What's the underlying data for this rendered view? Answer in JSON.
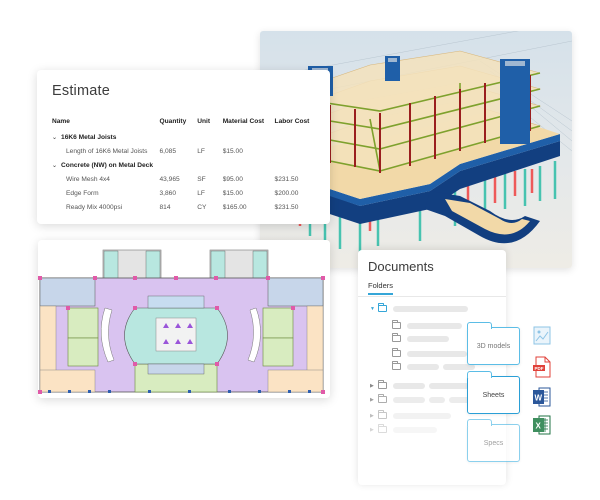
{
  "estimate": {
    "title": "Estimate",
    "columns": [
      "Name",
      "Quantity",
      "Unit",
      "Material Cost",
      "Labor Cost"
    ],
    "groups": [
      {
        "name": "16K6 Metal Joists",
        "expanded": true,
        "items": [
          {
            "name": "Length of 16K6 Metal Joists",
            "quantity": "6,085",
            "unit": "LF",
            "material_cost": "$15.00",
            "labor_cost": ""
          }
        ]
      },
      {
        "name": "Concrete (NW) on Metal Deck",
        "expanded": true,
        "items": [
          {
            "name": "Wire Mesh 4x4",
            "quantity": "43,965",
            "unit": "SF",
            "material_cost": "$95.00",
            "labor_cost": "$231.50"
          },
          {
            "name": "Edge Form",
            "quantity": "3,860",
            "unit": "LF",
            "material_cost": "$15.00",
            "labor_cost": "$200.00"
          },
          {
            "name": "Ready Mix 4000psi",
            "quantity": "814",
            "unit": "CY",
            "material_cost": "$165.00",
            "labor_cost": "$231.50"
          }
        ]
      }
    ]
  },
  "documents": {
    "title": "Documents",
    "tab": "Folders",
    "folder_cards": [
      {
        "label": "3D models",
        "state": "default"
      },
      {
        "label": "Sheets",
        "state": "active"
      },
      {
        "label": "Specs",
        "state": "faded"
      }
    ],
    "file_type_icons": [
      "image-icon",
      "pdf-icon",
      "word-icon",
      "excel-icon"
    ],
    "pdf_icon_label": "PDF",
    "word_icon_label": "W",
    "excel_icon_label": "X"
  },
  "colors": {
    "accent": "#35a6d8",
    "model_blue": "#1f5fa8",
    "model_navy": "#123f80",
    "model_wood": "#f2d9a8",
    "model_column": "#9a1e1e",
    "model_beam": "#7ea12d",
    "pile_teal": "#47c3b0",
    "pile_red": "#ee5a5a",
    "plan_purple": "#d9c3f0",
    "plan_teal": "#b8e7e0",
    "plan_green": "#d8ecc0",
    "plan_blue": "#c7d6ea",
    "plan_orange": "#fbe3c4"
  }
}
